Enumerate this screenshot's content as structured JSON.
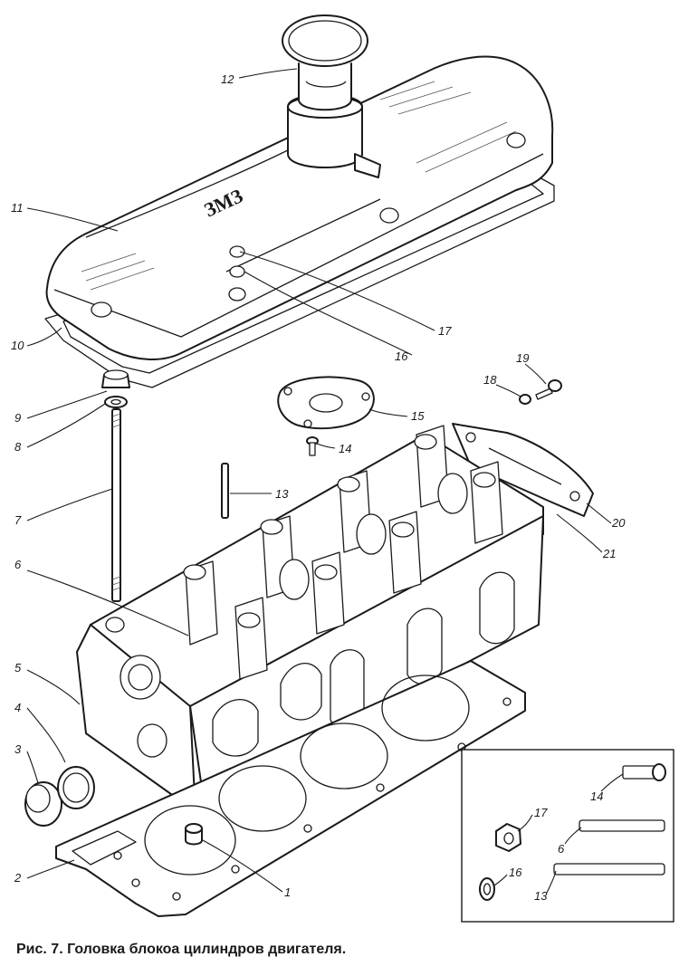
{
  "caption": "Рис. 7. Головка блокоа цилиндров двигателя.",
  "cover_logo": "ЗМЗ",
  "callouts": {
    "c1": "1",
    "c2": "2",
    "c3": "3",
    "c4": "4",
    "c5": "5",
    "c6": "6",
    "c7": "7",
    "c8": "8",
    "c9": "9",
    "c10": "10",
    "c11": "11",
    "c12": "12",
    "c13": "13",
    "c14": "14",
    "c15": "15",
    "c16": "16",
    "c17": "17",
    "c18": "18",
    "c19": "19",
    "c20": "20",
    "c21": "21"
  },
  "inset_callouts": {
    "c14": "14",
    "c17": "17",
    "c6": "6",
    "c16": "16",
    "c13": "13"
  }
}
